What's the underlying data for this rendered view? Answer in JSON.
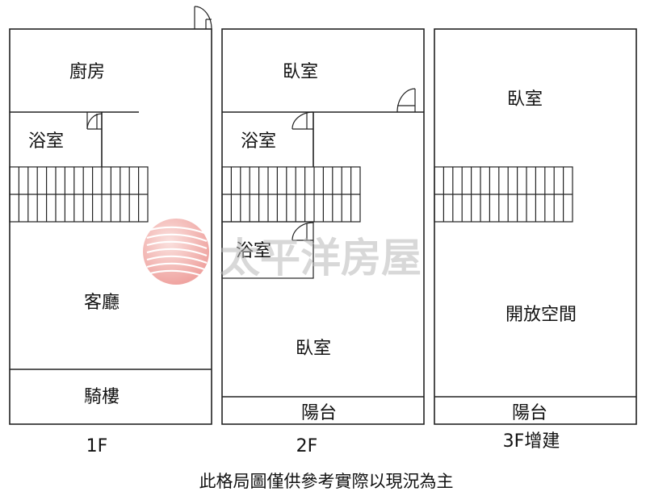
{
  "floors": [
    {
      "label": "1F",
      "rooms": {
        "kitchen": "廚房",
        "bath": "浴室",
        "living": "客廳",
        "arcade": "騎樓"
      }
    },
    {
      "label": "2F",
      "rooms": {
        "bedroom_top": "臥室",
        "bath_top": "浴室",
        "bath_mid": "浴室",
        "bedroom_bottom": "臥室",
        "balcony": "陽台"
      }
    },
    {
      "label": "3F增建",
      "rooms": {
        "bedroom": "臥室",
        "open_space": "開放空間",
        "balcony": "陽台"
      }
    }
  ],
  "disclaimer": "此格局圖僅供參考實際以現況為主",
  "watermark": {
    "text": "太平洋房屋",
    "logo": "pacific-house-sphere-logo",
    "color": "#e35b55"
  }
}
